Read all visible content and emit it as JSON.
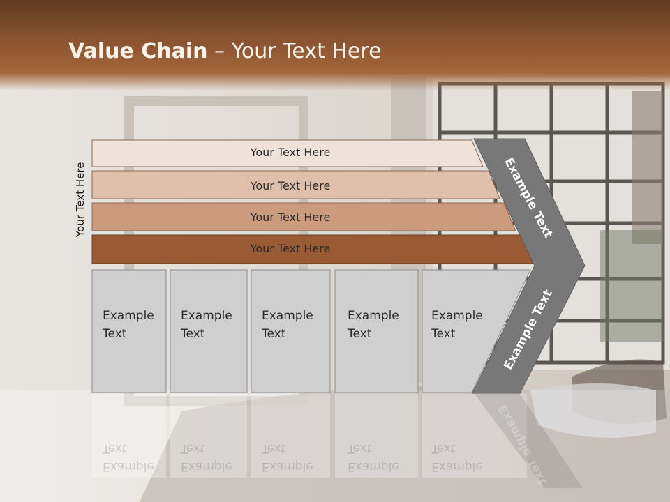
{
  "title": {
    "bold": "Value Chain",
    "rest": " – Your Text Here"
  },
  "side_label": "Your Text Here",
  "bars": [
    "Your Text Here",
    "Your Text Here",
    "Your Text Here",
    "Your Text Here"
  ],
  "boxes": [
    {
      "line1": "Example",
      "line2": "Text"
    },
    {
      "line1": "Example",
      "line2": "Text"
    },
    {
      "line1": "Example",
      "line2": "Text"
    },
    {
      "line1": "Example",
      "line2": "Text"
    },
    {
      "line1": "Example",
      "line2": "Text"
    }
  ],
  "arrow_labels": {
    "upper": "Example Text",
    "lower": "Example Text"
  },
  "colors": {
    "header": "#8a5430",
    "bar1": "#f0e2d8",
    "bar2": "#e0c0aa",
    "bar3": "#cc9a7c",
    "bar4": "#9a5a34",
    "box": "#cfcfcf",
    "arrow": "#787878"
  }
}
